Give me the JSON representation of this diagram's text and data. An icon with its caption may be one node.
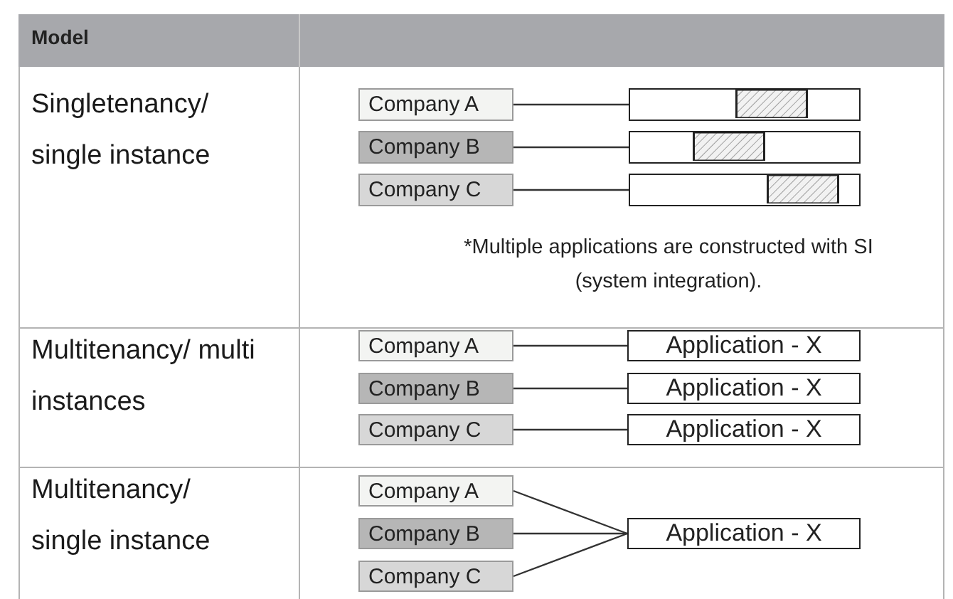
{
  "diagram": {
    "nodes": [
      {
        "text": [
          "Company A"
        ]
      },
      {
        "text": [
          "Company B"
        ]
      },
      {
        "text": [
          "Company C"
        ]
      },
      {
        "text": [],
        "shape": "bar"
      },
      {
        "text": [],
        "shape": "bar"
      },
      {
        "text": [],
        "shape": "bar"
      },
      {
        "text": [
          "Company A"
        ]
      },
      {
        "text": [
          "Company B"
        ]
      },
      {
        "text": [
          "Company C"
        ]
      },
      {
        "text": [
          "Application - X"
        ]
      },
      {
        "text": [
          "Application - X"
        ]
      },
      {
        "text": [
          "Application - X"
        ]
      },
      {
        "text": [
          "Company A"
        ]
      },
      {
        "text": [
          "Company B"
        ]
      },
      {
        "text": [
          "Company C"
        ]
      },
      {
        "text": [
          "Application - X"
        ]
      }
    ],
    "edges": [
      {
        "from": 0,
        "to": 3,
        "arrow": "none"
      },
      {
        "from": 1,
        "to": 4,
        "arrow": "none"
      },
      {
        "from": 2,
        "to": 5,
        "arrow": "none"
      },
      {
        "from": 6,
        "to": 9,
        "arrow": "none"
      },
      {
        "from": 7,
        "to": 10,
        "arrow": "none"
      },
      {
        "from": 8,
        "to": 11,
        "arrow": "none"
      },
      {
        "from": 12,
        "to": 15,
        "arrow": "none"
      },
      {
        "from": 13,
        "to": 15,
        "arrow": "none"
      },
      {
        "from": 14,
        "to": 15,
        "arrow": "none"
      }
    ],
    "labels": [
      "Model",
      "Singletenancy/ single instance",
      "*Multiple applications are constructed with SI (system integration).",
      "Multitenancy/ multi instances",
      "Multitenancy/ single instance"
    ]
  }
}
